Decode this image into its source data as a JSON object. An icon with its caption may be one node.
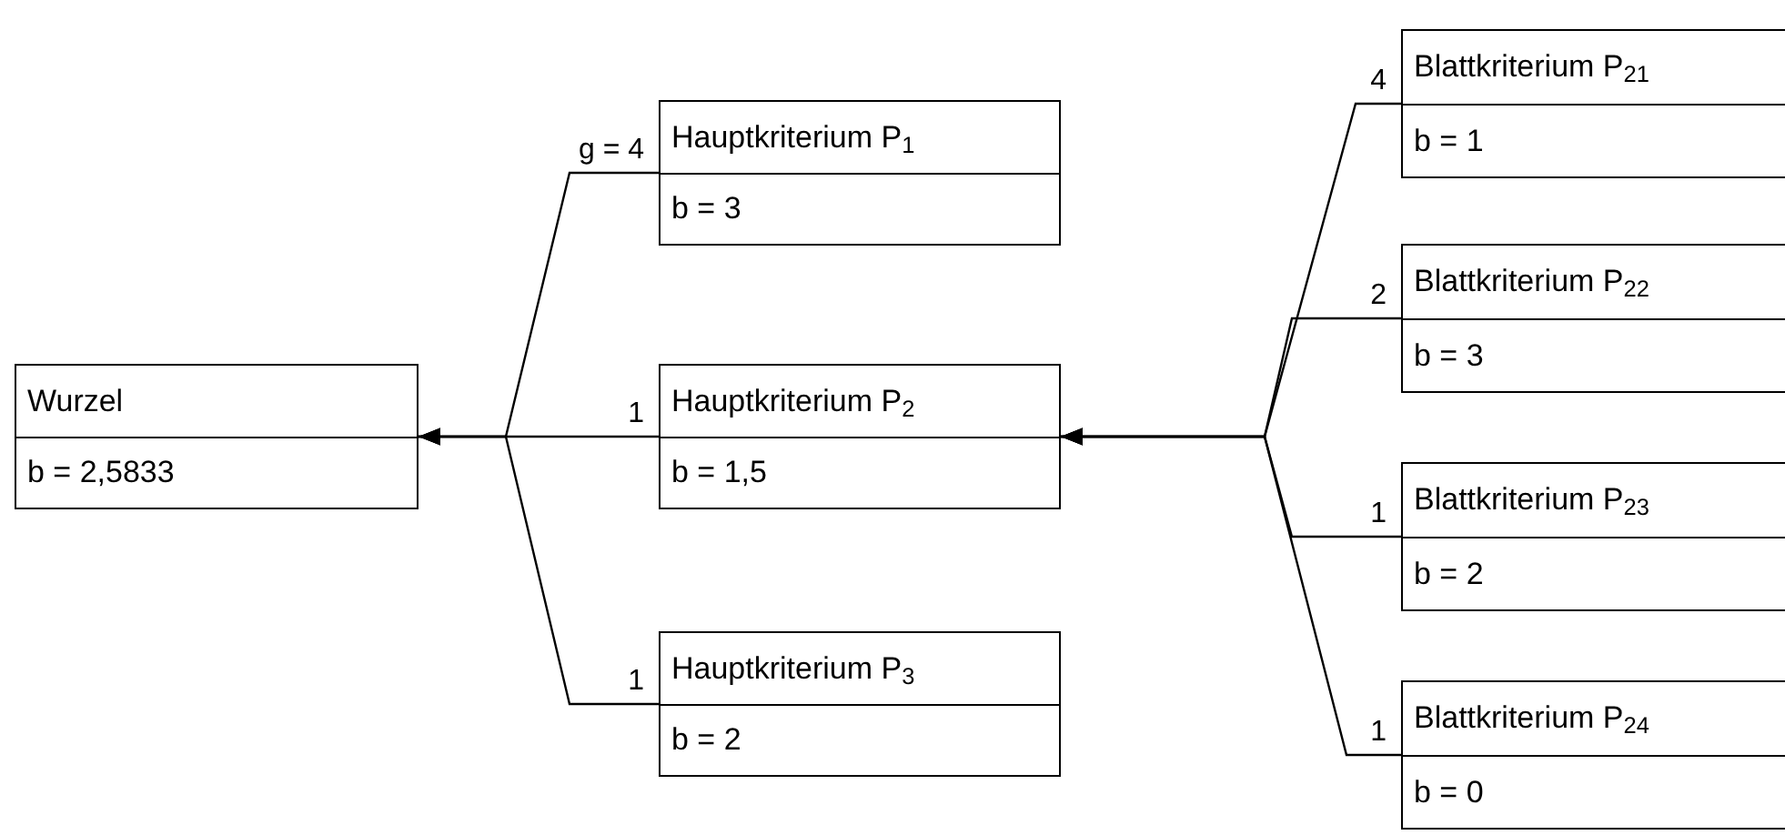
{
  "diagram": {
    "nodes": [
      {
        "text": [
          "Wurzel",
          "b = 2,5833"
        ]
      },
      {
        "text": [
          "Hauptkriterium P$_{1}$",
          "b = 3"
        ]
      },
      {
        "text": [
          "Hauptkriterium P$_{2}$",
          "b = 1,5"
        ]
      },
      {
        "text": [
          "Hauptkriterium P$_{3}$",
          "b = 2"
        ]
      },
      {
        "text": [
          "Blattkriterium P$_{21}$",
          "b = 1"
        ]
      },
      {
        "text": [
          "Blattkriterium P$_{22}$",
          "b = 3"
        ]
      },
      {
        "text": [
          "Blattkriterium P$_{23}$",
          "b = 2"
        ]
      },
      {
        "text": [
          "Blattkriterium P$_{24}$",
          "b = 0"
        ]
      }
    ],
    "edges": [
      {
        "from": 1,
        "to": 0,
        "arrow": "to",
        "label": "g = 4"
      },
      {
        "from": 2,
        "to": 0,
        "arrow": "to",
        "label": "1"
      },
      {
        "from": 3,
        "to": 0,
        "arrow": "to",
        "label": "1"
      },
      {
        "from": 4,
        "to": 2,
        "arrow": "to",
        "label": "4"
      },
      {
        "from": 5,
        "to": 2,
        "arrow": "to",
        "label": "2"
      },
      {
        "from": 6,
        "to": 2,
        "arrow": "to",
        "label": "1"
      },
      {
        "from": 7,
        "to": 2,
        "arrow": "to",
        "label": "1"
      }
    ]
  }
}
